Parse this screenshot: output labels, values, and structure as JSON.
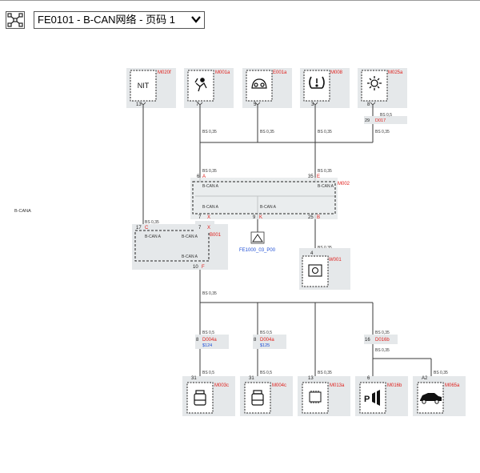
{
  "toolbar": {
    "network_icon": "network-nodes-icon",
    "page_select": {
      "selected": "FE0101 - B-CAN网络 - 页码 1",
      "dropdown_icon": "chevron-down-icon"
    }
  },
  "colors": {
    "wire": "#3a3a3a",
    "component_bg": "#e5e8ea",
    "red_label": "#e0201c",
    "blue_label": "#1f4fd6",
    "text": "#333333"
  },
  "side_label": "B-CANA",
  "components": {
    "nit": {
      "code": "M020f",
      "text": "NIT",
      "pin": "13"
    },
    "airbag": {
      "code": "M001a",
      "pin": "7",
      "icon": "airbag-person-icon"
    },
    "cluster": {
      "code": "E001a",
      "pin": "5",
      "icon": "instrument-cluster-icon"
    },
    "tpms": {
      "code": "M008",
      "pin": "3",
      "icon": "tire-pressure-icon"
    },
    "light": {
      "code": "M025a",
      "pin": "8",
      "icon": "light-sun-icon"
    },
    "bsi": {
      "code": "M002"
    },
    "gateway": {
      "code": "B001"
    },
    "w001": {
      "code": "W001",
      "pin": "4",
      "icon": "display-unit-icon"
    },
    "m003": {
      "code": "M003c",
      "pin": "31",
      "icon": "pump-bottle-icon"
    },
    "m004": {
      "code": "M004c",
      "pin": "31",
      "icon": "pump-bottle-icon"
    },
    "m013": {
      "code": "M013a",
      "pin": "13",
      "icon": "module-chip-icon"
    },
    "m016": {
      "code": "M016b",
      "pin": "6",
      "icon": "parking-assist-icon"
    },
    "m065": {
      "code": "M065a",
      "pin": "A2",
      "icon": "car-side-icon"
    }
  },
  "wire_labels": {
    "bs035": "BS 0,35",
    "bs05": "BS 0,5"
  },
  "connectors": {
    "d017": {
      "code": "D017",
      "pin": "29"
    },
    "d004a_1": {
      "code": "D004a",
      "pin": "8",
      "ref": "$124"
    },
    "d004a_2": {
      "code": "D004a",
      "pin": "8",
      "ref": "$125"
    },
    "d016b": {
      "code": "D016b",
      "pin": "16"
    }
  },
  "bus_labels": {
    "bsi_left": "B-CAN A",
    "bsi_right": "B-CAN A",
    "bsi_bottom": "B-CAN A",
    "gw_left": "B-CAN A",
    "gw_right": "B-CAN A",
    "gw_bottom": "B-CAN A"
  },
  "pins": {
    "bsi_a": {
      "num": "6",
      "letter": "A"
    },
    "bsi_e": {
      "num": "35",
      "letter": "E"
    },
    "bsi_x": {
      "num": "7",
      "letter": "X"
    },
    "bsi_k": {
      "num": "9",
      "letter": "K"
    },
    "bsi_b": {
      "num": "25",
      "letter": "B"
    },
    "gw_x": {
      "num": "7",
      "letter": "X"
    },
    "gw_c": {
      "num": "17",
      "letter": "C"
    },
    "gw_f": {
      "num": "10",
      "letter": "F"
    }
  },
  "ground": {
    "label": "FE1000_03_P00",
    "icon": "warning-triangle-icon"
  }
}
